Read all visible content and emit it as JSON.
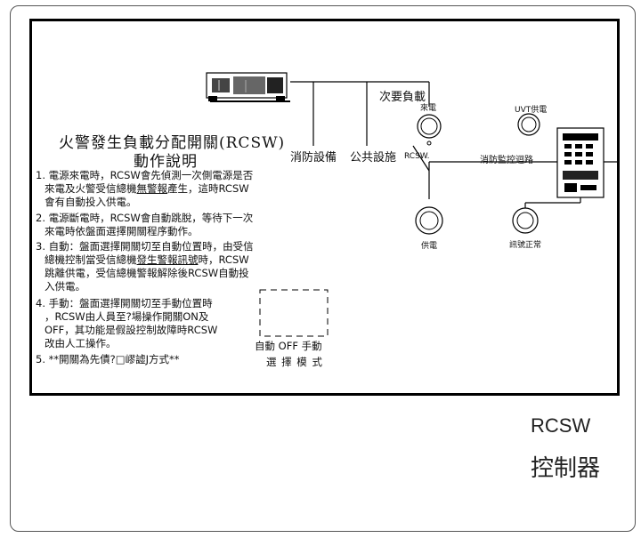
{
  "panel": {
    "title_line1": "火警發生負載分配開關(RCSW)",
    "title_line2": "動作說明",
    "instructions": [
      {
        "num": "1.",
        "lines": [
          "電源來電時，RCSW會先偵測一次側電源是否",
          "來電及火警受信總機",
          "無警報",
          "產生，這時RCSW",
          "會有自動投入供電。"
        ]
      },
      {
        "num": "2.",
        "lines": [
          "電源斷電時，RCSW會自動跳脫，等待下一次",
          "來電時依盤面選擇開關程序動作。"
        ]
      },
      {
        "num": "3.",
        "lines": [
          "自動：盤面選擇開關切至自動位置時，由受信",
          "總機控制當受信總機",
          "發生警報訊號",
          "時，RCSW",
          "跳離供電，受信總機警報解除後RCSW自動投",
          "入供電。"
        ]
      },
      {
        "num": "4.",
        "lines": [
          "手動：盤面選擇開關切至手動位置時",
          "，RCSW由人員至?場操作開關ON及",
          "OFF，其功能是假設控制故障時RCSW",
          "改由人工操作。"
        ]
      },
      {
        "num": "5.",
        "lines": [
          "**開關為先債?□嵺譃J方式**"
        ]
      }
    ],
    "selector": {
      "line1": "自動 OFF 手動",
      "line2": "選 擇 模 式"
    },
    "labels": {
      "fire_equipment": "消防設備",
      "public_facility": "公共設施",
      "secondary_load": "次要負載",
      "incoming_power": "來電",
      "rcsw_switch": "RCSW.",
      "supply_power": "供電",
      "uvt_supply": "UVT供電",
      "fire_monitor_loop": "消防監控迴路",
      "signal_normal": "訊號正常"
    }
  },
  "caption": {
    "line1": "RCSW",
    "line2": "控制器"
  },
  "colors": {
    "line": "#000000",
    "border": "#555555"
  }
}
